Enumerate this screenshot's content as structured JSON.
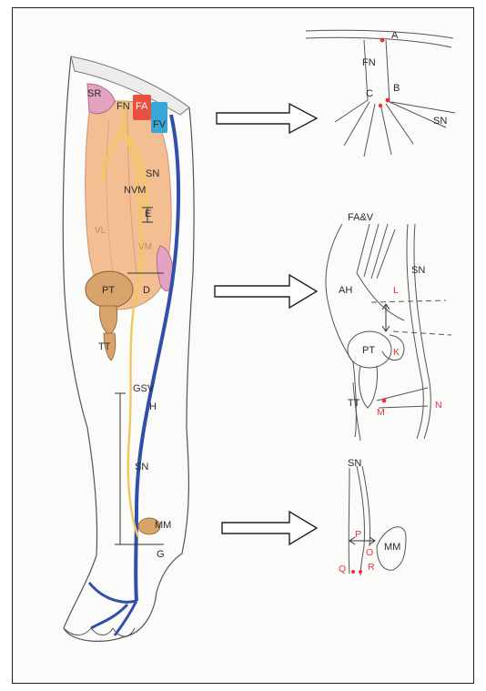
{
  "leg": {
    "labels": {
      "sr": "SR",
      "fn": "FN",
      "fa": "FA",
      "fv": "FV",
      "sn": "SN",
      "nvm": "NVM",
      "e": "E",
      "vl": "VL",
      "vm": "VM",
      "pt": "PT",
      "d": "D",
      "tt": "TT",
      "gsv": "GSV",
      "h": "H",
      "sn2": "SN",
      "mm": "MM",
      "g": "G"
    }
  },
  "detail_top": {
    "labels": {
      "a": "A",
      "fn": "FN",
      "b": "B",
      "c": "C",
      "sn": "SN"
    }
  },
  "detail_mid": {
    "labels": {
      "fav": "FA&V",
      "sn": "SN",
      "ah": "AH",
      "l": "L",
      "pt": "PT",
      "k": "K",
      "tt": "TT",
      "m": "M",
      "n": "N"
    }
  },
  "detail_bottom": {
    "labels": {
      "sn": "SN",
      "p": "P",
      "o": "O",
      "mm": "MM",
      "q": "Q",
      "r": "R"
    }
  },
  "colors": {
    "muscle": "#f2b98a",
    "nerve": "#f1c860",
    "vein": "#2f4fa8",
    "artery": "#e8503f",
    "femoral_vein": "#3aa5d8",
    "patella": "#d9a46c",
    "sartorius": "#e4a2c0",
    "red_point": "#e8323a"
  }
}
